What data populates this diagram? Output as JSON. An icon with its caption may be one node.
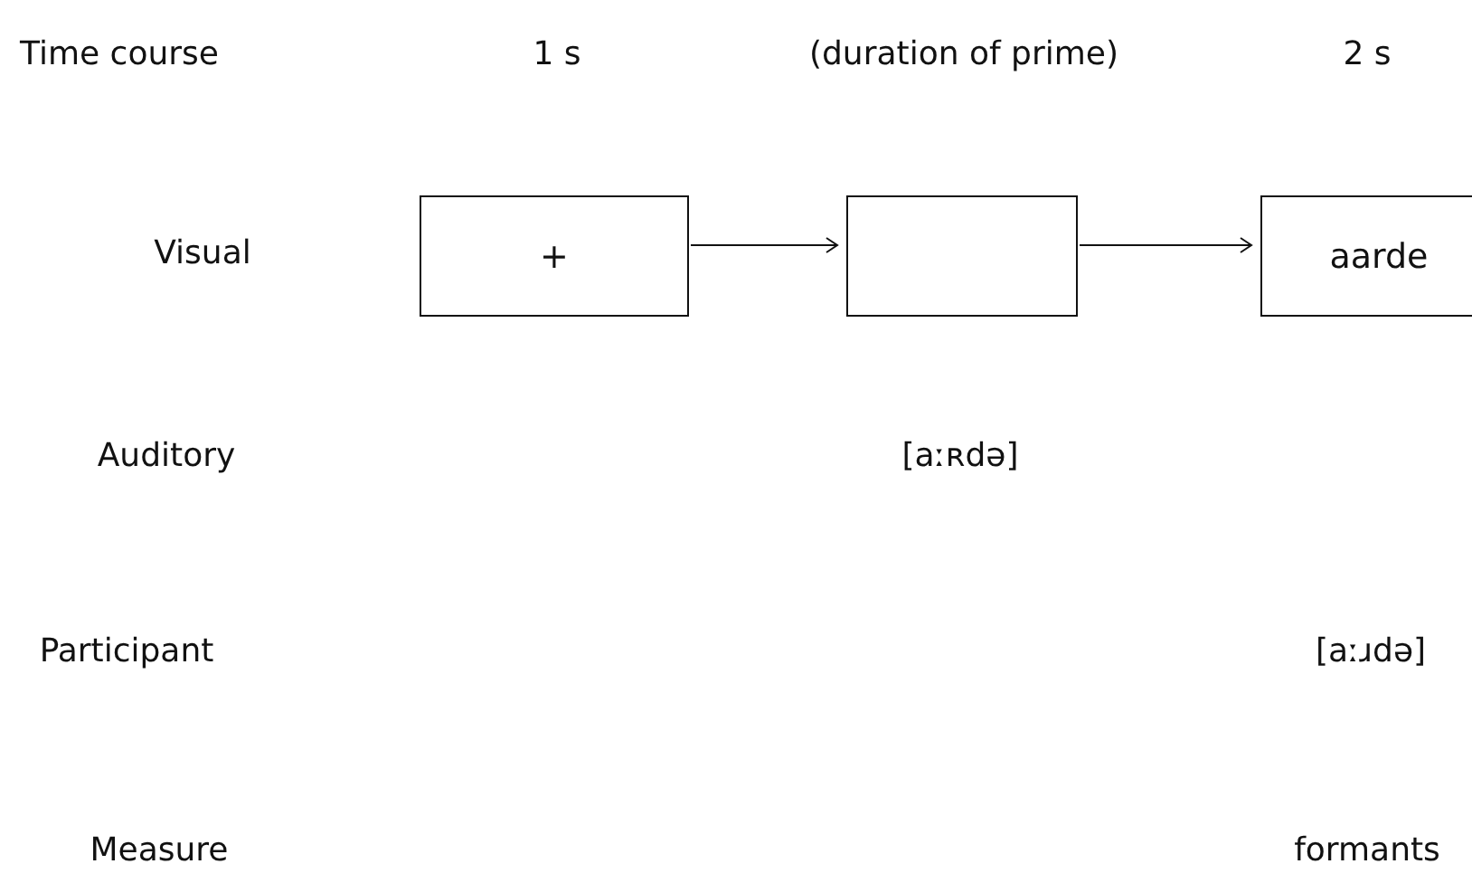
{
  "diagram": {
    "nodes": [
      {
        "text": [
          "+"
        ]
      },
      {
        "text": [],
        "shape": "box"
      },
      {
        "text": [
          "aarde"
        ]
      }
    ],
    "edges": [
      {
        "from": 0,
        "to": 1,
        "arrow": "to"
      },
      {
        "from": 1,
        "to": 2,
        "arrow": "to"
      }
    ],
    "labels": [
      "Time course",
      "1 s",
      "(duration of prime)",
      "2 s",
      "Visual",
      "Auditory",
      "[aːʀdə]",
      "Participant",
      "[aːɹdə]",
      "Measure",
      "formants"
    ]
  }
}
